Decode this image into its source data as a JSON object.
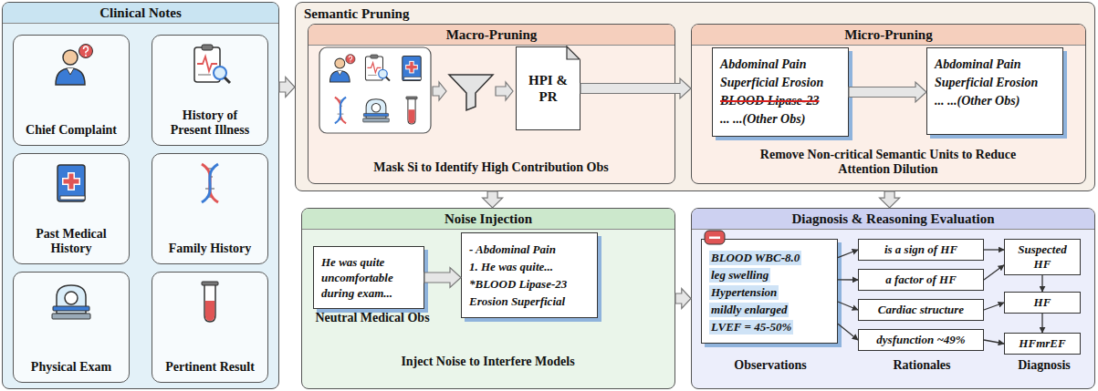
{
  "diagram": {
    "nodes": [
      {
        "text": [
          "Clinical Notes"
        ]
      },
      {
        "text": [
          "Chief Complaint"
        ],
        "in": 0
      },
      {
        "text": [
          "History of Present Illness"
        ],
        "in": 0
      },
      {
        "text": [
          "Past Medical History"
        ],
        "in": 0
      },
      {
        "text": [
          "Family History"
        ],
        "in": 0
      },
      {
        "text": [
          "Physical Exam"
        ],
        "in": 0
      },
      {
        "text": [
          "Pertinent Result"
        ],
        "in": 0
      },
      {
        "text": [
          "Semantic Pruning"
        ]
      },
      {
        "text": [
          "Macro-Pruning",
          "Mask Si to Identify High Contribution Obs"
        ],
        "in": 7
      },
      {
        "text": [
          "HPI & PR"
        ],
        "in": 8
      },
      {
        "text": [
          "Micro-Pruning",
          "Remove Non-critical Semantic Units to Reduce Attention Dilution"
        ],
        "in": 7
      },
      {
        "text": [
          "Abdominal Pain",
          "Superficial Erosion",
          "BLOOD Lipase-23",
          "... ...(Other Obs)"
        ],
        "in": 10
      },
      {
        "text": [
          "Abdominal Pain",
          "Superficial Erosion",
          "... ...(Other Obs)"
        ],
        "in": 10
      },
      {
        "text": [
          "Noise Injection",
          "Neutral Medical Obs",
          "Inject Noise to Interfere Models"
        ]
      },
      {
        "text": [
          "He was quite uncomfortable during exam..."
        ],
        "in": 13
      },
      {
        "text": [
          "- Abdominal Pain",
          "1. He was quite...",
          "*BLOOD Lipase-23",
          "Erosion Superficial"
        ],
        "in": 13
      },
      {
        "text": [
          "Diagnosis & Reasoning Evaluation",
          "Observations",
          "Rationales",
          "Diagnosis"
        ]
      },
      {
        "text": [
          "BLOOD WBC-8.0",
          "leg swelling",
          "Hypertension",
          "mildly enlarged",
          "LVEF = 45-50%"
        ],
        "in": 16
      },
      {
        "text": [
          "is a sign of HF"
        ],
        "in": 16
      },
      {
        "text": [
          "a factor of HF"
        ],
        "in": 16
      },
      {
        "text": [
          "Cardiac structure"
        ],
        "in": 16
      },
      {
        "text": [
          "dysfunction ~49%"
        ],
        "in": 16
      },
      {
        "text": [
          "Suspected HF"
        ],
        "in": 16
      },
      {
        "text": [
          "HF"
        ],
        "in": 16
      },
      {
        "text": [
          "HFmrEF"
        ],
        "in": 16
      }
    ],
    "edges": [
      {
        "from": 0,
        "to": 7,
        "arrow": "to"
      },
      {
        "from": 9,
        "to": 10,
        "arrow": "to"
      },
      {
        "from": 7,
        "to": 13,
        "arrow": "to"
      },
      {
        "from": 7,
        "to": 16,
        "arrow": "to"
      },
      {
        "from": 13,
        "to": 16,
        "arrow": "to"
      },
      {
        "from": 11,
        "to": 12,
        "arrow": "to"
      },
      {
        "from": 14,
        "to": 15,
        "arrow": "to"
      },
      {
        "from": 17,
        "to": 18,
        "arrow": "to"
      },
      {
        "from": 17,
        "to": 19,
        "arrow": "to"
      },
      {
        "from": 17,
        "to": 20,
        "arrow": "to"
      },
      {
        "from": 17,
        "to": 21,
        "arrow": "to"
      },
      {
        "from": 18,
        "to": 22,
        "arrow": "to"
      },
      {
        "from": 19,
        "to": 22,
        "arrow": "to"
      },
      {
        "from": 20,
        "to": 23,
        "arrow": "to"
      },
      {
        "from": 21,
        "to": 24,
        "arrow": "to"
      },
      {
        "from": 22,
        "to": 23,
        "arrow": "to"
      },
      {
        "from": 23,
        "to": 24,
        "arrow": "to"
      }
    ]
  }
}
